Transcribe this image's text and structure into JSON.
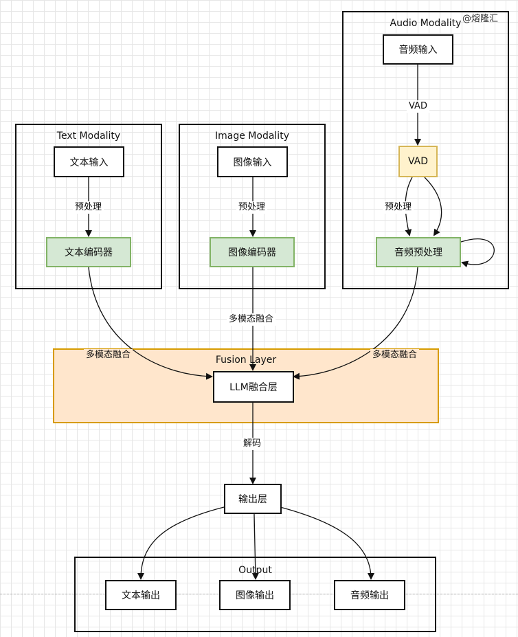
{
  "watermark": "@熔隆汇",
  "groups": {
    "text": {
      "title": "Text Modality",
      "input": "文本输入",
      "encoder": "文本编码器",
      "edge_label": "预处理"
    },
    "image": {
      "title": "Image Modality",
      "input": "图像输入",
      "encoder": "图像编码器",
      "edge_label": "预处理"
    },
    "audio": {
      "title": "Audio Modality",
      "input": "音频输入",
      "vad": "VAD",
      "preprocess": "音频预处理",
      "vad_edge_label": "VAD",
      "preprocess_edge_label": "预处理"
    }
  },
  "fusion": {
    "title": "Fusion Layer",
    "node": "LLM融合层",
    "label_left": "多模态融合",
    "label_center": "多模态融合",
    "label_right": "多模态融合"
  },
  "decode_label": "解码",
  "output_layer": "输出层",
  "output": {
    "title": "Output",
    "text": "文本输出",
    "image": "图像输出",
    "audio": "音频输出"
  },
  "colors": {
    "green_fill": "#d5e8d4",
    "green_stroke": "#82b366",
    "yellow_fill": "#fff2cc",
    "yellow_stroke": "#d6b656",
    "fusion_fill": "#ffe6cc",
    "fusion_stroke": "#d79b00"
  }
}
